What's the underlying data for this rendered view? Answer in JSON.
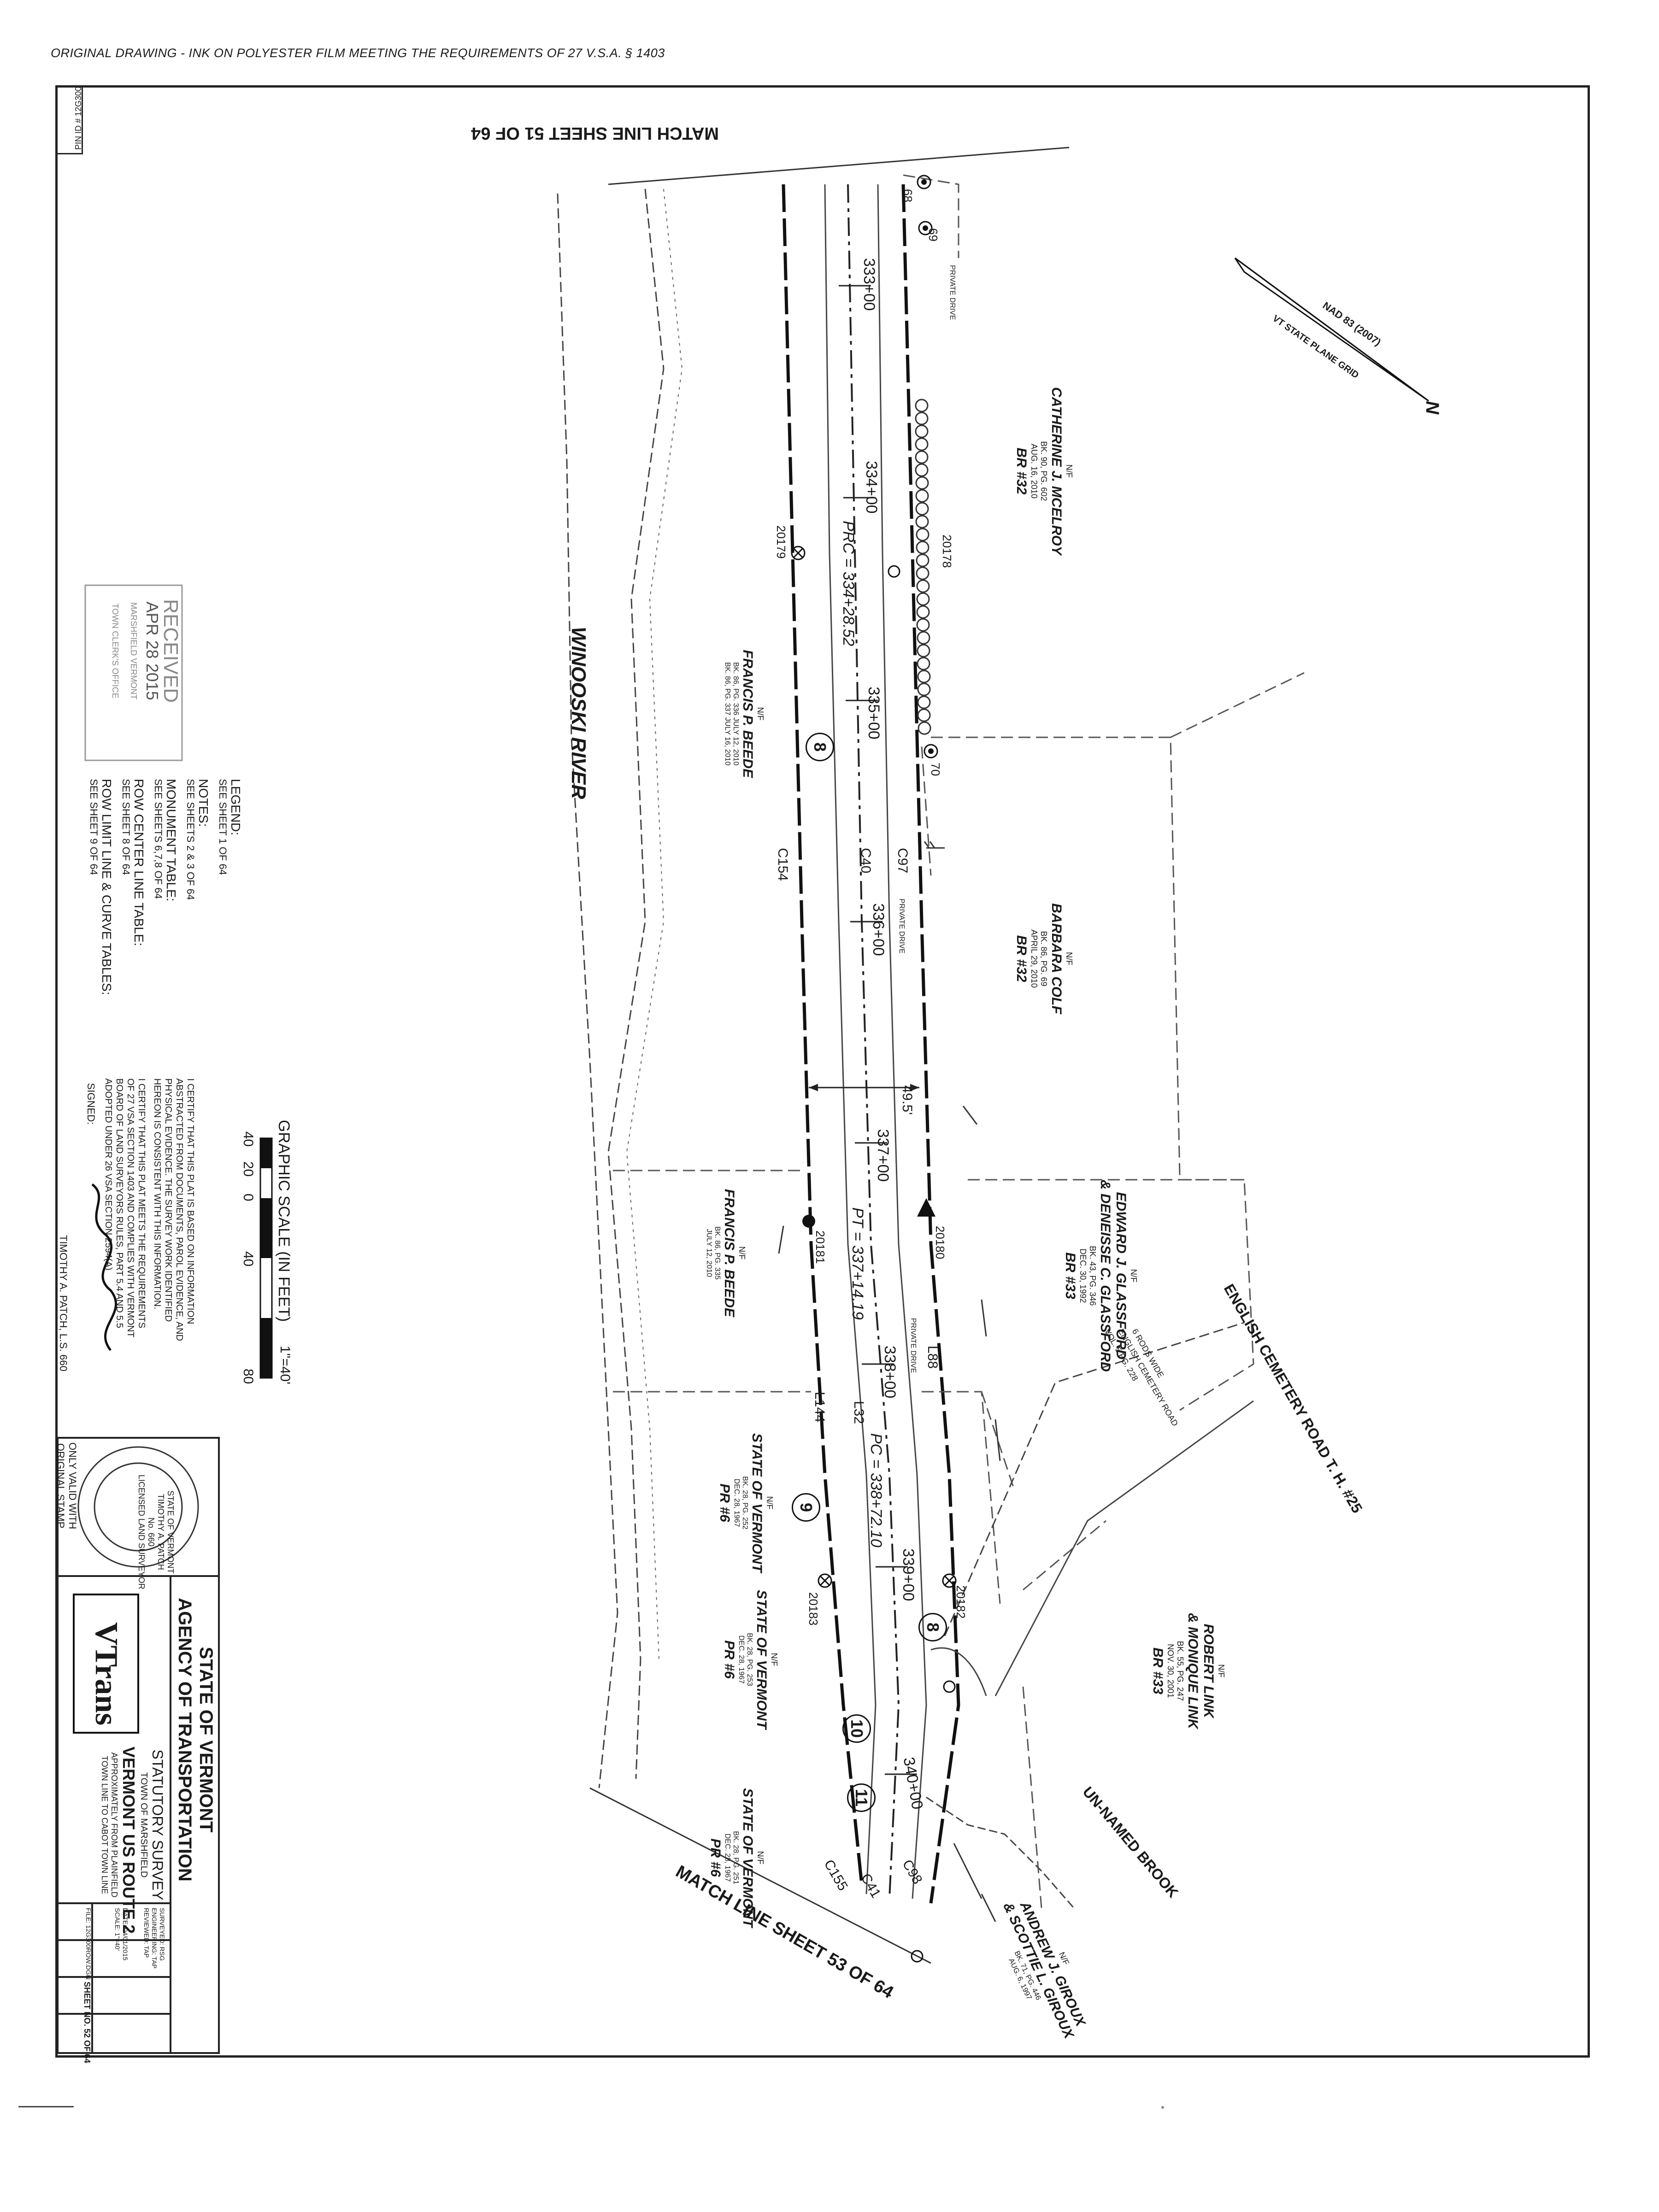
{
  "header_note": "ORIGINAL DRAWING - INK ON POLYESTER FILM MEETING THE REQUIREMENTS OF 27 V.S.A. § 1403",
  "pin_label": "PIN ID # 12G300",
  "match_line_top": "MATCH LINE SHEET 51 OF 64",
  "match_line_bottom": "MATCH LINE SHEET 53 OF 64",
  "north_arrow": {
    "datum": "NAD 83 (2007)",
    "grid": "VT STATE PLANE GRID",
    "n": "N"
  },
  "river": "WINOOSKI RIVER",
  "brook": "UN-NAMED BROOK",
  "road": {
    "name": "ENGLISH CEMETERY ROAD T. H. #25",
    "width": "6 RODS WIDE",
    "ref1": "ENGLISH CEMETERY ROAD",
    "ref2": "VOL. 5 PG. 228"
  },
  "parcels": [
    {
      "nf": "N/F",
      "owner": "CATHERINE J. MCELROY",
      "bk": "BK. 90, PG. 602",
      "date": "AUG. 16, 2010",
      "br": "BR #32"
    },
    {
      "nf": "N/F",
      "owner": "BARBARA COLF",
      "bk": "BK. 86, PG. 69",
      "date": "APRIL 29, 2010",
      "br": "BR #32"
    },
    {
      "nf": "N/F",
      "owner": "EDWARD J. GLASSFORD",
      "owner2": "& DENEISSE C. GLASSFORD",
      "bk": "BK. 43, PG. 346",
      "date": "DEC. 30, 1992",
      "br": "BR #33"
    },
    {
      "nf": "N/F",
      "owner": "ROBERT LINK",
      "owner2": "& MONIQUE LINK",
      "bk": "BK. 55, PG. 247",
      "date": "NOV. 30, 2001",
      "br": "BR #33"
    },
    {
      "nf": "N/F",
      "owner": "ANDREW J. GIROUX",
      "owner2": "& SCOTTIE L. GIROUX",
      "bk": "BK. 71, PG. 446",
      "date": "AUG. 6, 1997"
    },
    {
      "nf": "N/F",
      "owner": "FRANCIS P. BEEDE",
      "bk": "BK. 86, PG. 336 JULY 12, 2010",
      "date": "BK. 86, PG. 337 JULY 16, 2010"
    },
    {
      "nf": "N/F",
      "owner": "FRANCIS P. BEEDE",
      "bk": "BK. 86, PG. 335",
      "date": "JULY 12, 2010"
    },
    {
      "nf": "N/F",
      "owner": "STATE OF VERMONT",
      "bk": "BK. 28, PG. 252",
      "date": "DEC. 28, 1967",
      "br": "PR #6"
    },
    {
      "nf": "N/F",
      "owner": "STATE OF VERMONT",
      "bk": "BK. 28, PG. 253",
      "date": "DEC. 28, 1967",
      "br": "PR #6"
    },
    {
      "nf": "N/F",
      "owner": "STATE OF VERMONT",
      "bk": "BK. 28, PG. 251",
      "date": "DEC. 28, 1967",
      "br": "PR #6"
    }
  ],
  "stations": [
    "333+00",
    "334+00",
    "335+00",
    "336+00",
    "337+00",
    "338+00",
    "339+00",
    "340+00"
  ],
  "curve_points": [
    "PRC = 334+28.52",
    "PT = 337+14.19",
    "PC = 338+72.10"
  ],
  "monuments": [
    "68",
    "69",
    "70",
    "20178",
    "20179",
    "20180",
    "20181",
    "20182",
    "20183"
  ],
  "curve_labels": [
    "C97",
    "C40",
    "C154",
    "C98",
    "C41",
    "C155",
    "L88",
    "L32",
    "L144"
  ],
  "circled": [
    "8",
    "9",
    "8",
    "10",
    "11"
  ],
  "dimension": "49.5'",
  "private_drive": "PRIVATE DRIVE",
  "legend": [
    "LEGEND:",
    "SEE SHEET 1 OF 64",
    "NOTES:",
    "SEE SHEETS 2 & 3 OF 64",
    "MONUMENT TABLE:",
    "SEE SHEETS 6,7,8 OF 64",
    "ROW CENTER LINE TABLE:",
    "SEE SHEET 8 OF 64",
    "ROW LIMIT LINE & CURVE TABLES:",
    "SEE SHEET 9 OF 64"
  ],
  "received_stamp": [
    "RECEIVED",
    "APR 28 2015",
    "MARSHFIELD VERMONT",
    "TOWN CLERK'S OFFICE"
  ],
  "graphic_scale": {
    "title": "GRAPHIC SCALE   (IN FEET)",
    "ratio": "1\"=40'",
    "ticks": [
      "40",
      "20",
      "0",
      "40",
      "80"
    ]
  },
  "certification": [
    "I CERTIFY THAT THIS PLAT IS BASED ON INFORMATION",
    "ABSTRACTED FROM DOCUMENTS, PAROL EVIDENCE, AND",
    "PHYSICAL EVIDENCE. THE SURVEY WORK IDENTIFIED",
    "HEREON IS CONSISTENT WITH THIS INFORMATION.",
    "I CERTIFY THAT THIS PLAT MEETS THE REQUIREMENTS",
    "OF 27 VSA SECTION 1403 AND COMPLIES WITH VERMONT",
    "BOARD OF LAND SURVEYORS RULES, PART 5.4 AND 5.5",
    "ADOPTED UNDER 26 VSA SECTION 2594(A)"
  ],
  "signed": "SIGNED:",
  "surveyor": "TIMOTHY A. PATCH, L.S. 660",
  "seal": {
    "state": "STATE OF VERMONT",
    "name": "TIMOTHY A. PATCH",
    "no": "No. 660",
    "role": "LICENSED LAND SURVEYOR",
    "valid": "ONLY VALID WITH",
    "valid2": "ORIGINAL STAMP"
  },
  "title_block": {
    "agency1": "STATE OF VERMONT",
    "agency2": "AGENCY OF TRANSPORTATION",
    "logo": "VTrans",
    "survey": "STATUTORY SURVEY",
    "town": "TOWN OF MARSHFIELD",
    "route": "VERMONT US ROUTE 2",
    "desc1": "APPROXIMATELY FROM PLAINFIELD",
    "desc2": "TOWN LINE TO CABOT TOWN LINE",
    "surveyed": "SURVEYED: RSG",
    "engineering": "ENGINEERING: TAP",
    "reviewed": "REVIEWED: TAP",
    "date": "DATE: 04/01/2015",
    "scale": "SCALE: 1\"=40'",
    "file": "FILE: 12G300ROW.DGN",
    "sheet": "SHEET NO. 52 OF 64"
  }
}
